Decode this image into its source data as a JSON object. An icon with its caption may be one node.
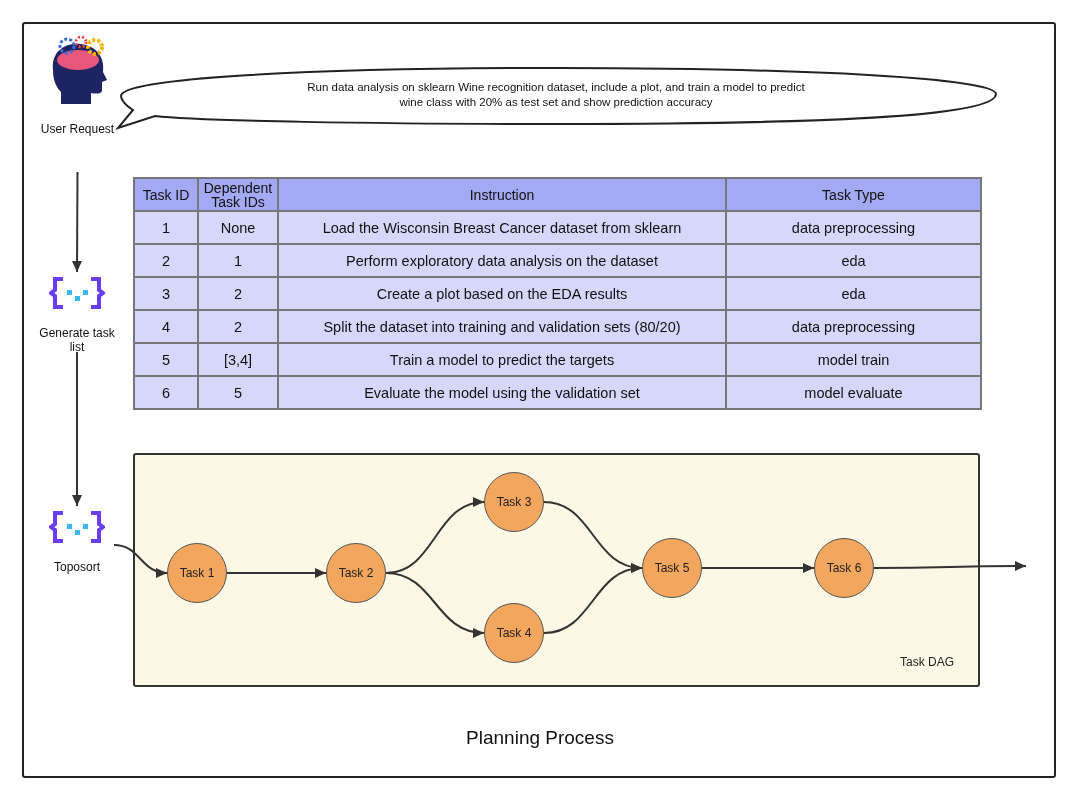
{
  "diagram": {
    "caption": "Planning Process",
    "nodes": [
      {
        "text": [
          "User Request"
        ]
      },
      {
        "text": [
          "Run data analysis on sklearn Wine recognition dataset, include a plot, and train a model to predict wine class with 20% as test set and show prediction accuracy"
        ]
      },
      {
        "text": [
          "Generate task list"
        ]
      },
      {
        "text": [
          "Toposort"
        ]
      },
      {
        "text": [
          "Task DAG"
        ]
      },
      {
        "text": [
          "Task 1"
        ],
        "in": 4
      },
      {
        "text": [
          "Task 2"
        ],
        "in": 4
      },
      {
        "text": [
          "Task 3"
        ],
        "in": 4
      },
      {
        "text": [
          "Task 4"
        ],
        "in": 4
      },
      {
        "text": [
          "Task 5"
        ],
        "in": 4
      },
      {
        "text": [
          "Task 6"
        ],
        "in": 4
      }
    ],
    "edges": [
      {
        "from": 0,
        "to": 2,
        "arrow": "to"
      },
      {
        "from": 2,
        "to": 3,
        "arrow": "to"
      },
      {
        "from": 3,
        "to": 5,
        "arrow": "to"
      },
      {
        "from": 5,
        "to": 6,
        "arrow": "to"
      },
      {
        "from": 6,
        "to": 7,
        "arrow": "to"
      },
      {
        "from": 6,
        "to": 8,
        "arrow": "to"
      },
      {
        "from": 7,
        "to": 9,
        "arrow": "to"
      },
      {
        "from": 8,
        "to": 9,
        "arrow": "to"
      },
      {
        "from": 9,
        "to": 10,
        "arrow": "to"
      },
      {
        "from": 10,
        "to": null,
        "arrow": "to"
      }
    ],
    "labels": [
      "Task ID",
      "Dependent Task IDs",
      "Instruction",
      "Task Type",
      "1",
      "None",
      "Load the Wisconsin Breast Cancer dataset from sklearn",
      "data preprocessing",
      "2",
      "1",
      "Perform exploratory data analysis on the dataset",
      "eda",
      "3",
      "2",
      "Create a plot based on the EDA results",
      "eda",
      "4",
      "2",
      "Split the dataset into training and validation sets (80/20)",
      "data preprocessing",
      "5",
      "[3,4]",
      "Train a model to predict the targets",
      "model train",
      "6",
      "5",
      "Evaluate the model using the validation set",
      "model evaluate"
    ]
  }
}
